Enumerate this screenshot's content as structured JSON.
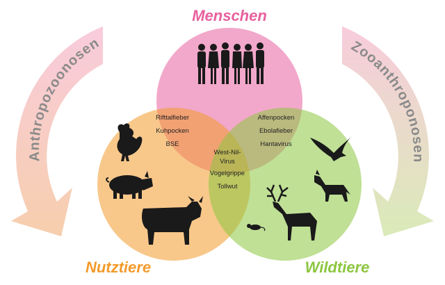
{
  "colors": {
    "humans": "#e8609e",
    "livestock": "#f39a2b",
    "wildlife": "#8cc63f",
    "arrow_text": "#8a8a8a"
  },
  "groups": {
    "humans": "Menschen",
    "livestock": "Nutztiere",
    "wildlife": "Wildtiere"
  },
  "arrows": {
    "left": "Anthropozoonosen",
    "right": "Zooanthroponosen"
  },
  "diseases": {
    "humans_livestock": [
      "Rifttalfieber",
      "Kuhpocken",
      "BSE"
    ],
    "humans_wildlife": [
      "Affenpocken",
      "Ebolafieber",
      "Hantavirus"
    ],
    "all_three": [
      "West-Nil-",
      "Virus",
      "Vogelgrippe",
      "Tollwut"
    ]
  },
  "icons": {
    "humans": "people-silhouettes-icon",
    "livestock": [
      "rooster-icon",
      "pig-icon",
      "cow-icon"
    ],
    "wildlife": [
      "eagle-icon",
      "fox-icon",
      "deer-icon",
      "mouse-icon"
    ]
  }
}
